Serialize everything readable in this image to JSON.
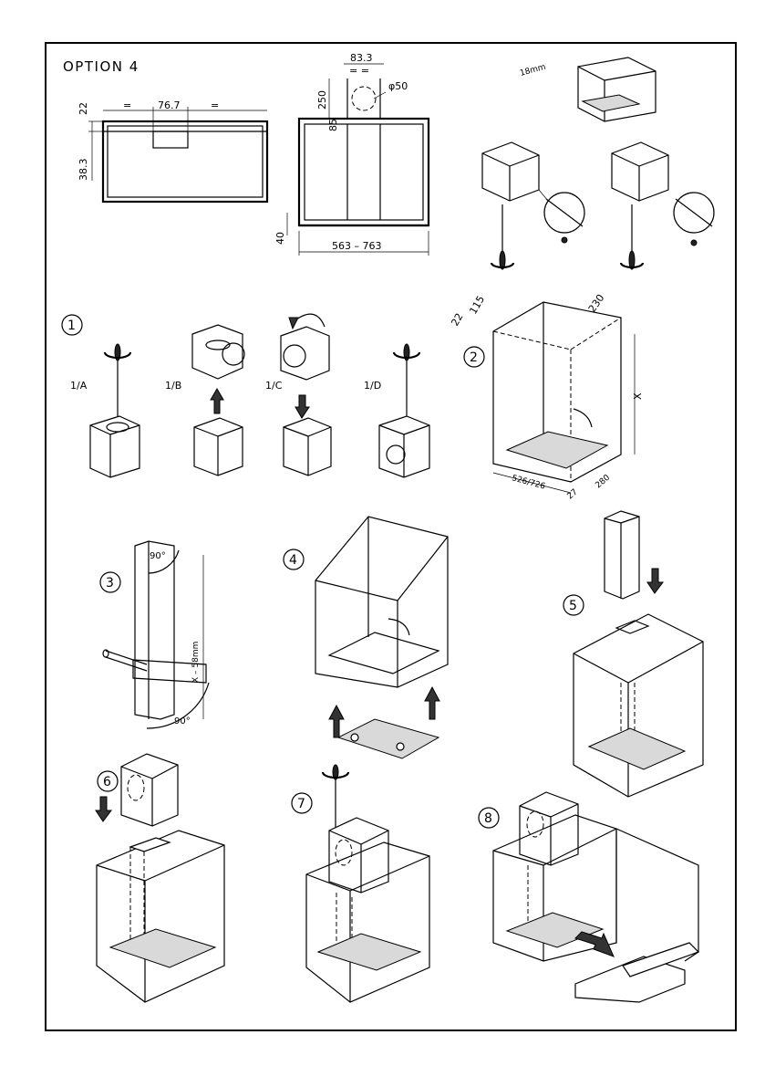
{
  "title": "OPTION  4",
  "dimensions": {
    "top_view_center": "76.7",
    "top_view_eq_left": "=",
    "top_view_eq_right": "=",
    "top_view_left_22": "22",
    "top_view_left_383": "38.3",
    "front_top": "83.3",
    "front_eq": "= =",
    "front_250": "250",
    "front_85": "85",
    "front_phi": "φ50",
    "front_40": "40",
    "front_width": "563 – 763",
    "detail_18mm": "18mm"
  },
  "steps": {
    "s1": "1",
    "s1a": "1/A",
    "s1b": "1/B",
    "s1c": "1/C",
    "s1d": "1/D",
    "s2": "2",
    "s2_22": "22",
    "s2_115": "115",
    "s2_230": "230",
    "s2_x": "X",
    "s2_width": "526/726",
    "s2_280": "280",
    "s2_27": "27",
    "s3": "3",
    "s3_90a": "90°",
    "s3_90b": "90°",
    "s3_x58": "X – 58mm",
    "s4": "4",
    "s5": "5",
    "s6": "6",
    "s7": "7",
    "s8": "8"
  }
}
